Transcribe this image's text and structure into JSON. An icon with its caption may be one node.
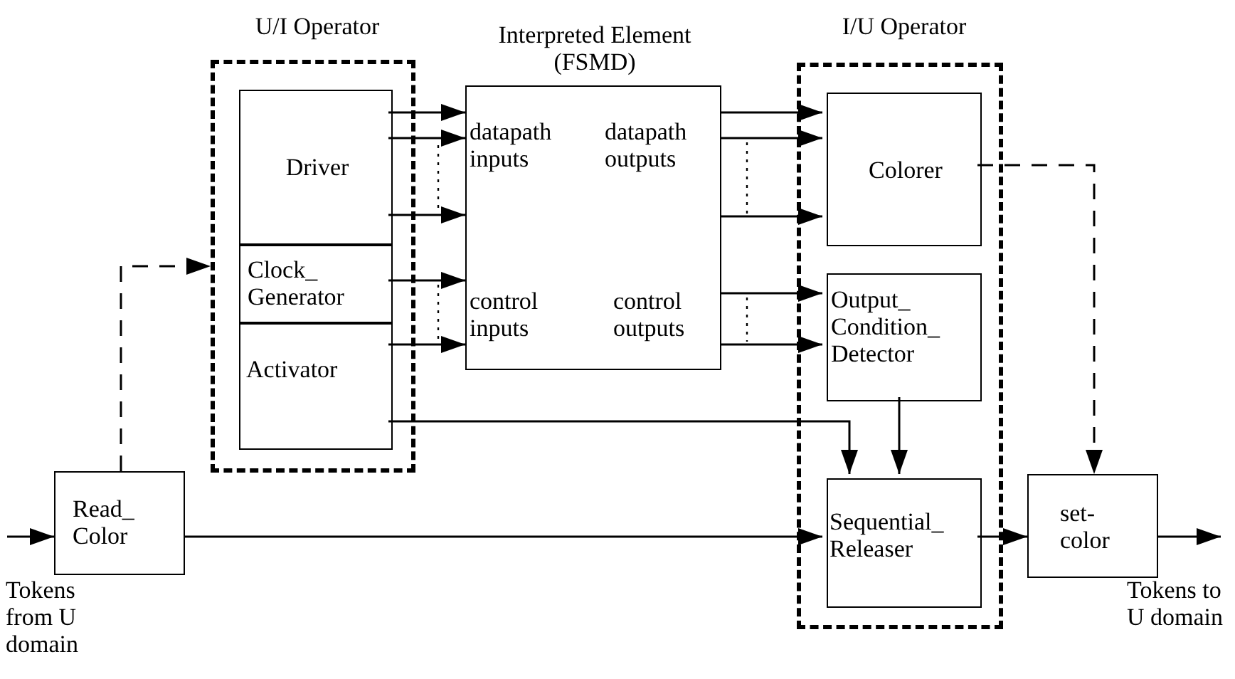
{
  "diagram": {
    "nodes": [
      {
        "text": [
          "U/I Operator"
        ]
      },
      {
        "text": [
          "Driver"
        ],
        "in": 0
      },
      {
        "text": [
          "Clock_ Generator"
        ],
        "in": 0
      },
      {
        "text": [
          "Activator"
        ],
        "in": 0
      },
      {
        "text": [
          "Interpreted Element (FSMD)",
          "datapath inputs",
          "datapath outputs",
          "control inputs",
          "control outputs"
        ]
      },
      {
        "text": [
          "I/U Operator"
        ]
      },
      {
        "text": [
          "Colorer"
        ],
        "in": 5
      },
      {
        "text": [
          "Output_ Condition_ Detector"
        ],
        "in": 5
      },
      {
        "text": [
          "Sequential_ Releaser"
        ],
        "in": 5
      },
      {
        "text": [
          "Read_ Color"
        ]
      },
      {
        "text": [
          "set- color"
        ]
      }
    ],
    "edges": [
      {
        "from": 1,
        "to": 4,
        "arrow": "to"
      },
      {
        "from": 1,
        "to": 4,
        "arrow": "to"
      },
      {
        "from": 1,
        "to": 4,
        "arrow": "to"
      },
      {
        "from": 2,
        "to": 4,
        "arrow": "to"
      },
      {
        "from": 3,
        "to": 4,
        "arrow": "to"
      },
      {
        "from": 4,
        "to": 6,
        "arrow": "to"
      },
      {
        "from": 4,
        "to": 6,
        "arrow": "to"
      },
      {
        "from": 4,
        "to": 6,
        "arrow": "to"
      },
      {
        "from": 4,
        "to": 7,
        "arrow": "to"
      },
      {
        "from": 4,
        "to": 7,
        "arrow": "to"
      },
      {
        "from": 3,
        "to": 8,
        "arrow": "to"
      },
      {
        "from": 7,
        "to": 8,
        "arrow": "to"
      },
      {
        "from": 9,
        "to": 8,
        "arrow": "to"
      },
      {
        "from": 9,
        "to": 0,
        "arrow": "to",
        "style": "dashed"
      },
      {
        "from": 6,
        "to": 10,
        "arrow": "to",
        "style": "dashed"
      },
      {
        "from": 8,
        "to": 10,
        "arrow": "to"
      },
      {
        "from": null,
        "to": 9,
        "arrow": "to"
      },
      {
        "from": 10,
        "to": null,
        "arrow": "to"
      }
    ],
    "labels": [
      "Tokens from U domain",
      "Tokens to U domain"
    ]
  }
}
